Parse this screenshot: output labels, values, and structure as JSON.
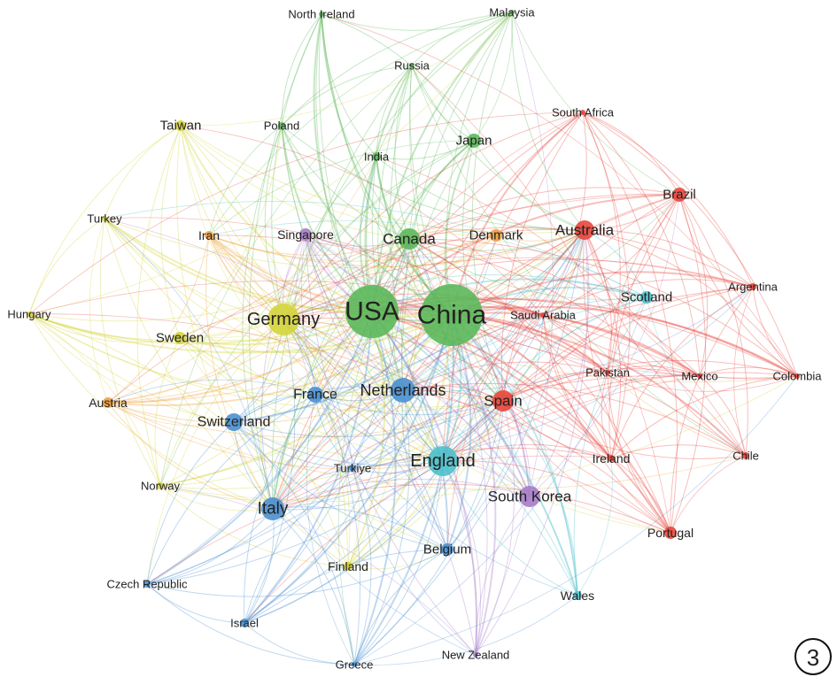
{
  "clusters": {
    "green": "#5cb85a",
    "yellow": "#d4d43a",
    "orange": "#f0a040",
    "purple": "#a77cc8",
    "blue": "#4a90d0",
    "cyan": "#4cc0cc",
    "red": "#e8463c"
  },
  "nodes": [
    {
      "id": "north-ireland",
      "label": "North Ireland",
      "cluster": "green"
    },
    {
      "id": "malaysia",
      "label": "Malaysia",
      "cluster": "green"
    },
    {
      "id": "russia",
      "label": "Russia",
      "cluster": "green"
    },
    {
      "id": "japan",
      "label": "Japan",
      "cluster": "green"
    },
    {
      "id": "india",
      "label": "India",
      "cluster": "green"
    },
    {
      "id": "poland",
      "label": "Poland",
      "cluster": "green"
    },
    {
      "id": "canada",
      "label": "Canada",
      "cluster": "green"
    },
    {
      "id": "usa",
      "label": "USA",
      "cluster": "green"
    },
    {
      "id": "china",
      "label": "China",
      "cluster": "green"
    },
    {
      "id": "taiwan",
      "label": "Taiwan",
      "cluster": "yellow"
    },
    {
      "id": "turkey",
      "label": "Turkey",
      "cluster": "yellow"
    },
    {
      "id": "hungary",
      "label": "Hungary",
      "cluster": "yellow"
    },
    {
      "id": "germany",
      "label": "Germany",
      "cluster": "yellow"
    },
    {
      "id": "sweden",
      "label": "Sweden",
      "cluster": "yellow"
    },
    {
      "id": "norway",
      "label": "Norway",
      "cluster": "yellow"
    },
    {
      "id": "finland",
      "label": "Finland",
      "cluster": "yellow"
    },
    {
      "id": "iran",
      "label": "Iran",
      "cluster": "orange"
    },
    {
      "id": "denmark",
      "label": "Denmark",
      "cluster": "orange"
    },
    {
      "id": "austria",
      "label": "Austria",
      "cluster": "orange"
    },
    {
      "id": "singapore",
      "label": "Singapore",
      "cluster": "purple"
    },
    {
      "id": "south-korea",
      "label": "South Korea",
      "cluster": "purple"
    },
    {
      "id": "new-zealand",
      "label": "New Zealand",
      "cluster": "purple"
    },
    {
      "id": "netherlands",
      "label": "Netherlands",
      "cluster": "blue"
    },
    {
      "id": "france",
      "label": "France",
      "cluster": "blue"
    },
    {
      "id": "switzerland",
      "label": "Switzerland",
      "cluster": "blue"
    },
    {
      "id": "italy",
      "label": "Italy",
      "cluster": "blue"
    },
    {
      "id": "belgium",
      "label": "Belgium",
      "cluster": "blue"
    },
    {
      "id": "czech-republic",
      "label": "Czech Republic",
      "cluster": "blue"
    },
    {
      "id": "israel",
      "label": "Israel",
      "cluster": "blue"
    },
    {
      "id": "greece",
      "label": "Greece",
      "cluster": "blue"
    },
    {
      "id": "turkiye",
      "label": "Turkiye",
      "cluster": "blue"
    },
    {
      "id": "england",
      "label": "England",
      "cluster": "cyan"
    },
    {
      "id": "scotland",
      "label": "Scotland",
      "cluster": "cyan"
    },
    {
      "id": "wales",
      "label": "Wales",
      "cluster": "cyan"
    },
    {
      "id": "australia",
      "label": "Australia",
      "cluster": "red"
    },
    {
      "id": "brazil",
      "label": "Brazil",
      "cluster": "red"
    },
    {
      "id": "argentina",
      "label": "Argentina",
      "cluster": "red"
    },
    {
      "id": "saudi-arabia",
      "label": "Saudi Arabia",
      "cluster": "red"
    },
    {
      "id": "pakistan",
      "label": "Pakistan",
      "cluster": "red"
    },
    {
      "id": "mexico",
      "label": "Mexico",
      "cluster": "red"
    },
    {
      "id": "colombia",
      "label": "Colombia",
      "cluster": "red"
    },
    {
      "id": "spain",
      "label": "Spain",
      "cluster": "red"
    },
    {
      "id": "ireland",
      "label": "Ireland",
      "cluster": "red"
    },
    {
      "id": "chile",
      "label": "Chile",
      "cluster": "red"
    },
    {
      "id": "portugal",
      "label": "Portugal",
      "cluster": "red"
    },
    {
      "id": "south-africa",
      "label": "South Africa",
      "cluster": "red"
    }
  ],
  "panel_number": "3"
}
